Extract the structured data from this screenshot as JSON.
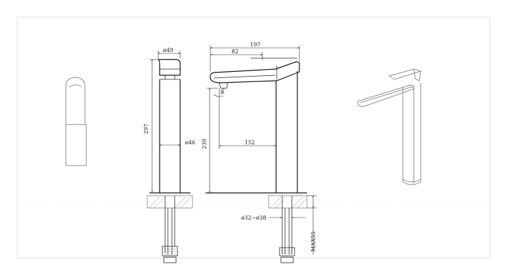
{
  "dimensions": {
    "spout_reach_total": "197",
    "handle_reach": "82",
    "top_diameter": "ø49",
    "body_diameter": "ø46",
    "total_height": "297",
    "spout_height": "239",
    "base_to_spout": "152",
    "handle_angle": "φ₀",
    "hole_diameter": "ø32~ø38",
    "max_deck_thickness": "MAX55"
  }
}
